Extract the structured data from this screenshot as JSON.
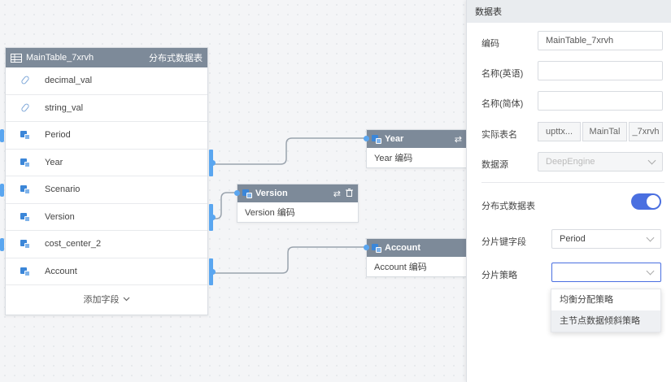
{
  "main_table": {
    "name": "MainTable_7xrvh",
    "tag": "分布式数据表",
    "fields": [
      {
        "label": "decimal_val",
        "icon": "paperclip-icon"
      },
      {
        "label": "string_val",
        "icon": "paperclip-icon"
      },
      {
        "label": "Period",
        "icon": "dimension-icon"
      },
      {
        "label": "Year",
        "icon": "dimension-icon"
      },
      {
        "label": "Scenario",
        "icon": "dimension-icon"
      },
      {
        "label": "Version",
        "icon": "dimension-icon"
      },
      {
        "label": "cost_center_2",
        "icon": "dimension-icon"
      },
      {
        "label": "Account",
        "icon": "dimension-icon"
      }
    ],
    "add_field_label": "添加字段"
  },
  "dimensions": {
    "year": {
      "name": "Year",
      "sub": "Year 编码"
    },
    "version": {
      "name": "Version",
      "sub": "Version 编码"
    },
    "account": {
      "name": "Account",
      "sub": "Account 编码"
    }
  },
  "panel": {
    "title": "数据表",
    "code_label": "编码",
    "code_value": "MainTable_7xrvh",
    "name_en_label": "名称(英语)",
    "name_en_value": "",
    "name_cn_label": "名称(简体)",
    "name_cn_value": "",
    "actual_name_label": "实际表名",
    "actual_name_parts": [
      "upttx...",
      "MainTal",
      "_7xrvh"
    ],
    "datasource_label": "数据源",
    "datasource_value": "DeepEngine",
    "distributed_label": "分布式数据表",
    "distributed_on": true,
    "shard_key_label": "分片键字段",
    "shard_key_value": "Period",
    "shard_strategy_label": "分片策略",
    "shard_strategy_value": "",
    "strategy_options": [
      "均衡分配策略",
      "主节点数据倾斜策略"
    ]
  },
  "colors": {
    "accent": "#4a6fe0",
    "header": "#7d8a99",
    "port": "#5aa6f0"
  }
}
